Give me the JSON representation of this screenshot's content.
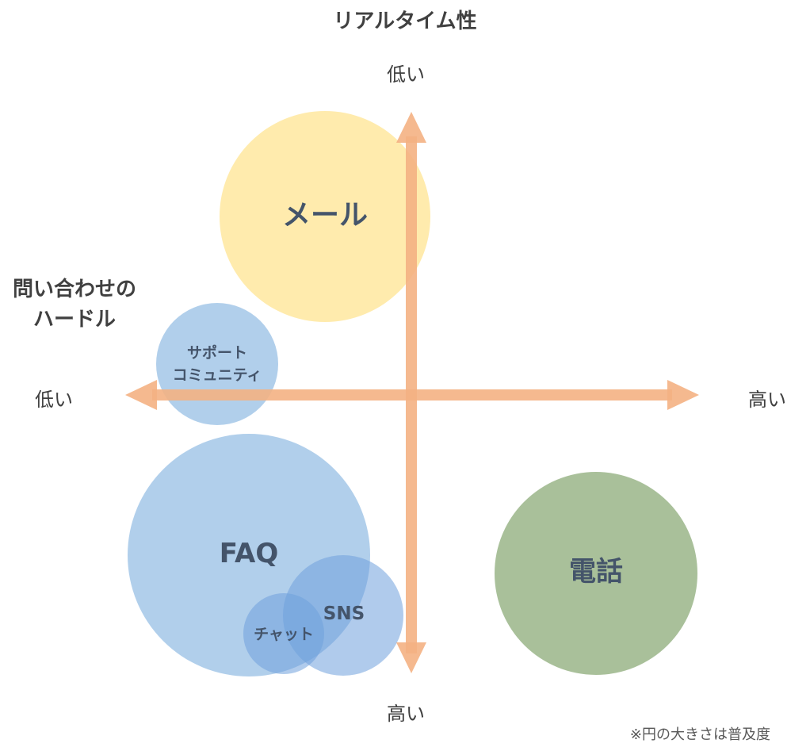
{
  "axes": {
    "vertical": {
      "title": "リアルタイム性",
      "top_label": "低い",
      "bottom_label": "高い"
    },
    "horizontal": {
      "title_lines": [
        "問い合わせの",
        "ハードル"
      ],
      "left_label": "低い",
      "right_label": "高い"
    }
  },
  "bubbles": [
    {
      "id": "mail",
      "label_lines": [
        "メール"
      ],
      "color": "#FFE699",
      "opacity": 0.8,
      "emphasis": "large"
    },
    {
      "id": "support-community",
      "label_lines": [
        "サポート",
        "コミュニティ"
      ],
      "color": "#9DC3E6",
      "opacity": 0.8,
      "emphasis": "small"
    },
    {
      "id": "faq",
      "label_lines": [
        "FAQ"
      ],
      "color": "#9DC3E6",
      "opacity": 0.8,
      "emphasis": "large"
    },
    {
      "id": "sns",
      "label_lines": [
        "SNS"
      ],
      "color": "#6FA0DC",
      "opacity": 0.55,
      "emphasis": "medium"
    },
    {
      "id": "chat",
      "label_lines": [
        "チャット"
      ],
      "color": "#6FA0DC",
      "opacity": 0.55,
      "emphasis": "small"
    },
    {
      "id": "phone",
      "label_lines": [
        "電話"
      ],
      "color": "#A9C09A",
      "opacity": 1.0,
      "emphasis": "large"
    }
  ],
  "colors": {
    "arrow": "#F4B183",
    "text": "#404040",
    "bubble_text": "#44546A"
  },
  "footnote": "※円の大きさは普及度"
}
